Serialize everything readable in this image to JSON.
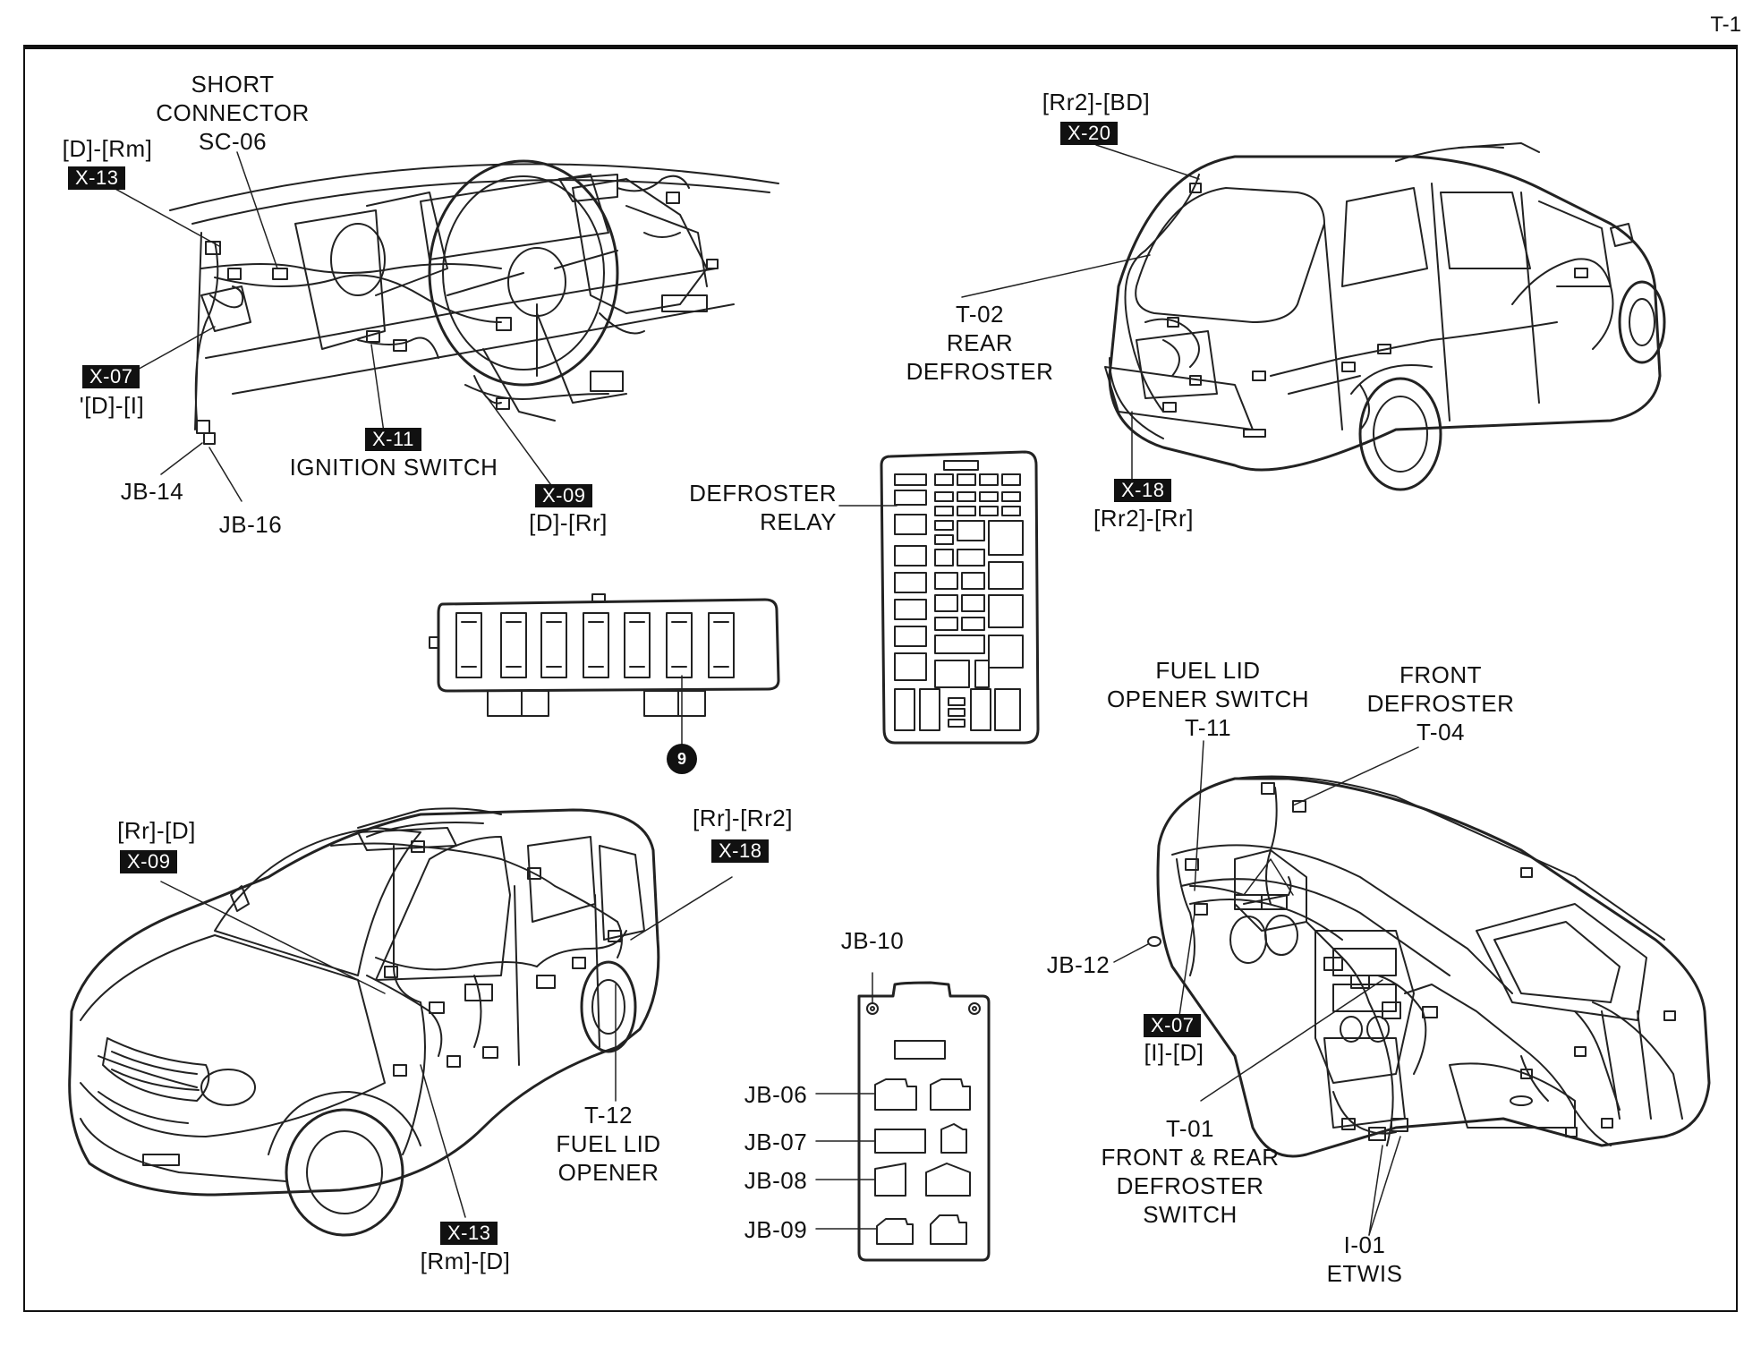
{
  "page_number": "T-1",
  "top_left": {
    "short_connector": [
      "SHORT",
      "CONNECTOR",
      "SC-06"
    ],
    "x13_route": "[D]-[Rm]",
    "x13": "X-13",
    "x07": "X-07",
    "x07_route": "'[D]-[I]",
    "jb14": "JB-14",
    "jb16": "JB-16",
    "x11": "X-11",
    "ignition": "IGNITION SWITCH",
    "x09": "X-09",
    "x09_route": "[D]-[Rr]"
  },
  "top_right": {
    "x20_route": "[Rr2]-[BD]",
    "x20": "X-20",
    "t02": [
      "T-02",
      "REAR",
      "DEFROSTER"
    ],
    "x18": "X-18",
    "x18_route": "[Rr2]-[Rr]"
  },
  "center": {
    "defroster_relay": [
      "DEFROSTER",
      "RELAY"
    ],
    "callout": "9"
  },
  "bottom_left": {
    "x09_route": "[Rr]-[D]",
    "x09": "X-09",
    "x18_route": "[Rr]-[Rr2]",
    "x18": "X-18",
    "t12": [
      "T-12",
      "FUEL LID",
      "OPENER"
    ],
    "x13": "X-13",
    "x13_route": "[Rm]-[D]"
  },
  "bottom_center": {
    "jb10": "JB-10",
    "jb06": "JB-06",
    "jb07": "JB-07",
    "jb08": "JB-08",
    "jb09": "JB-09"
  },
  "bottom_right": {
    "t11": [
      "FUEL LID",
      "OPENER SWITCH",
      "T-11"
    ],
    "t04": [
      "FRONT",
      "DEFROSTER",
      "T-04"
    ],
    "jb12": "JB-12",
    "x07": "X-07",
    "x07_route": "[I]-[D]",
    "t01": [
      "T-01",
      "FRONT & REAR",
      "DEFROSTER",
      "SWITCH"
    ],
    "i01": [
      "I-01",
      "ETWIS"
    ]
  }
}
